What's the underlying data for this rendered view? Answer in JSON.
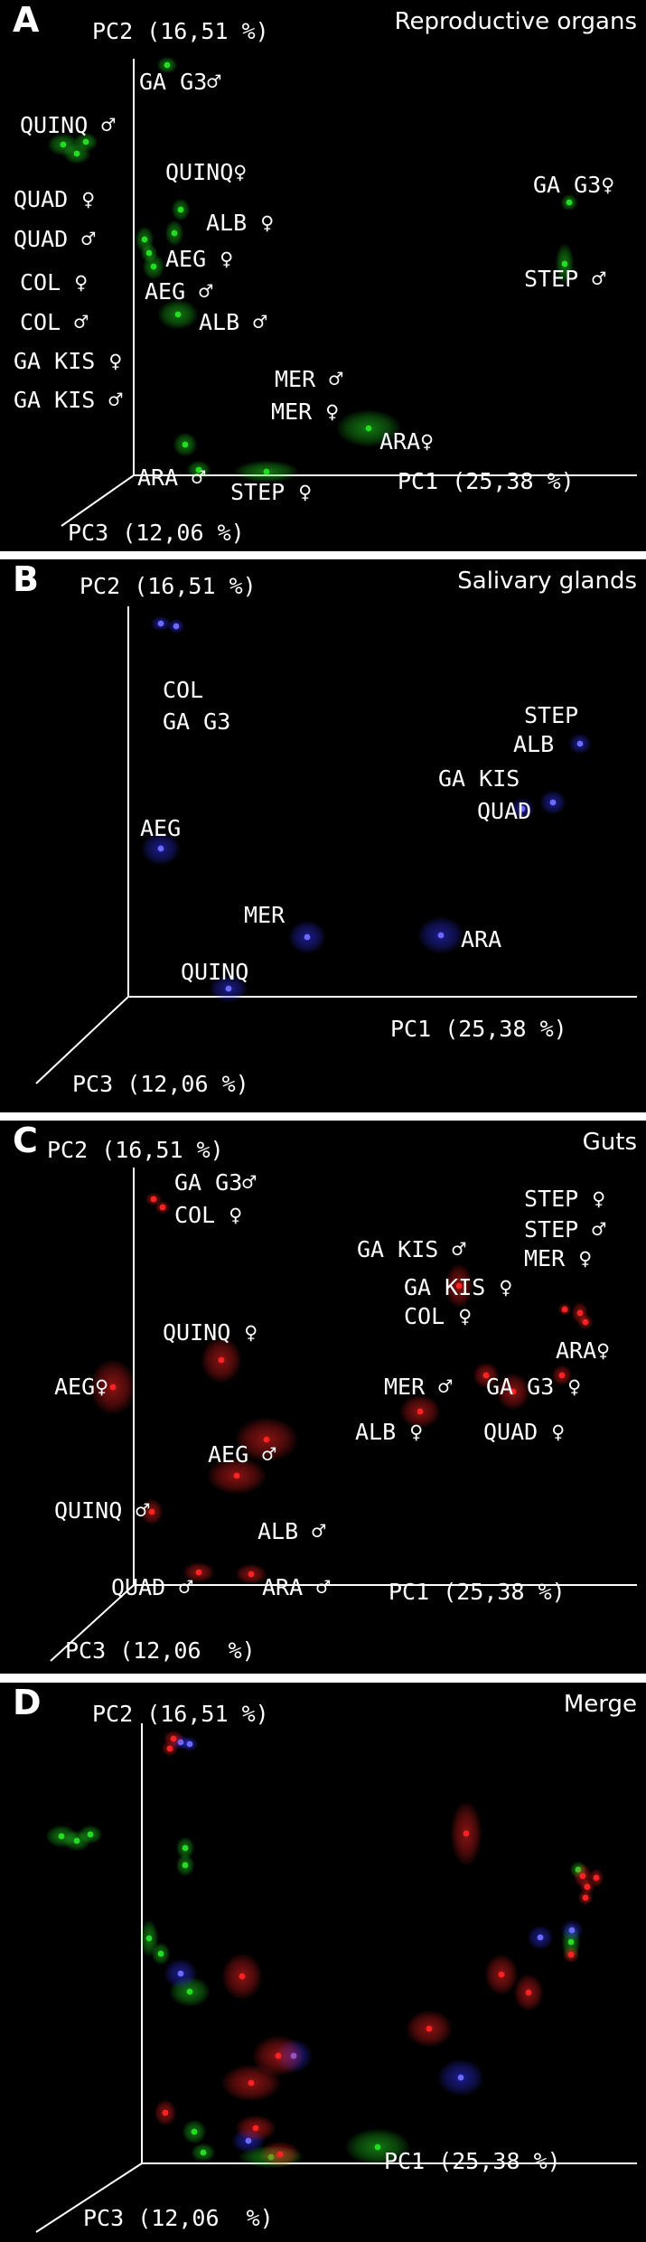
{
  "colors": {
    "background": "#000000",
    "axis": "#ffffff",
    "green": "#22dd22",
    "blue": "#3333ff",
    "red": "#ff2222"
  },
  "chart_data": [
    {
      "type": "scatter",
      "letter": "A",
      "title": "Reproductive organs",
      "axes": {
        "pc1": "PC1 (25,38 %)",
        "pc2": "PC2 (16,51 %)",
        "pc3": "PC3 (12,06 %)"
      },
      "labels": [
        "GA G3♂",
        "QUINQ ♂",
        "QUINQ♀",
        "ALB ♀",
        "GA G3♀",
        "QUAD ♀",
        "QUAD ♂",
        "AEG ♀",
        "AEG ♂",
        "STEP ♂",
        "COL ♀",
        "ALB ♂",
        "COL ♂",
        "GA KIS ♀",
        "MER ♂",
        "ARA♀",
        "GA KIS ♂",
        "MER ♀",
        "ARA ♂",
        "STEP ♀"
      ]
    },
    {
      "type": "scatter",
      "letter": "B",
      "title": "Salivary glands",
      "axes": {
        "pc1": "PC1 (25,38 %)",
        "pc2": "PC2 (16,51 %)",
        "pc3": "PC3 (12,06 %)"
      },
      "labels": [
        "COL",
        "GA G3",
        "STEP",
        "ALB",
        "GA KIS",
        "QUAD",
        "AEG",
        "MER",
        "ARA",
        "QUINQ"
      ]
    },
    {
      "type": "scatter",
      "letter": "C",
      "title": "Guts",
      "axes": {
        "pc1": "PC1 (25,38 %)",
        "pc2": "PC2 (16,51 %)",
        "pc3": "PC3 (12,06  %)"
      },
      "labels": [
        "GA G3♂",
        "COL ♀",
        "STEP ♀",
        "STEP ♂",
        "MER ♀",
        "GA KIS ♂",
        "GA KIS ♀",
        "COL ♀",
        "ARA♀",
        "QUINQ ♀",
        "AEG♀",
        "MER ♂",
        "GA G3 ♀",
        "ALB ♀",
        "QUAD ♀",
        "AEG ♂",
        "QUINQ ♂",
        "ALB ♂",
        "QUAD ♂",
        "ARA ♂"
      ]
    },
    {
      "type": "scatter",
      "letter": "D",
      "title": "Merge",
      "axes": {
        "pc1": "PC1 (25,38 %)",
        "pc2": "PC2 (16,51 %)",
        "pc3": "PC3 (12,06  %)"
      },
      "labels": []
    }
  ]
}
